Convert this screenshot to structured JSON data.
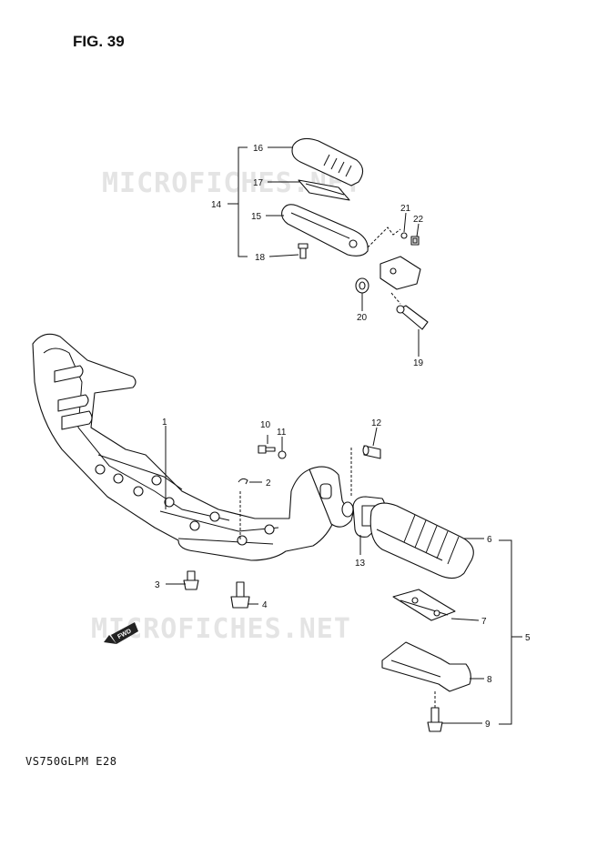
{
  "figure_title": "FIG. 39",
  "model_code": "VS750GLPM  E28",
  "watermark_text": "MICROFICHES.NET",
  "direction_badge": "FWD",
  "callouts": [
    "1",
    "2",
    "3",
    "4",
    "5",
    "6",
    "7",
    "8",
    "9",
    "10",
    "11",
    "12",
    "13",
    "14",
    "15",
    "16",
    "17",
    "18",
    "19",
    "20",
    "21",
    "22"
  ],
  "colors": {
    "line": "#111111",
    "watermark": "#e4e4e4",
    "background": "#ffffff"
  }
}
